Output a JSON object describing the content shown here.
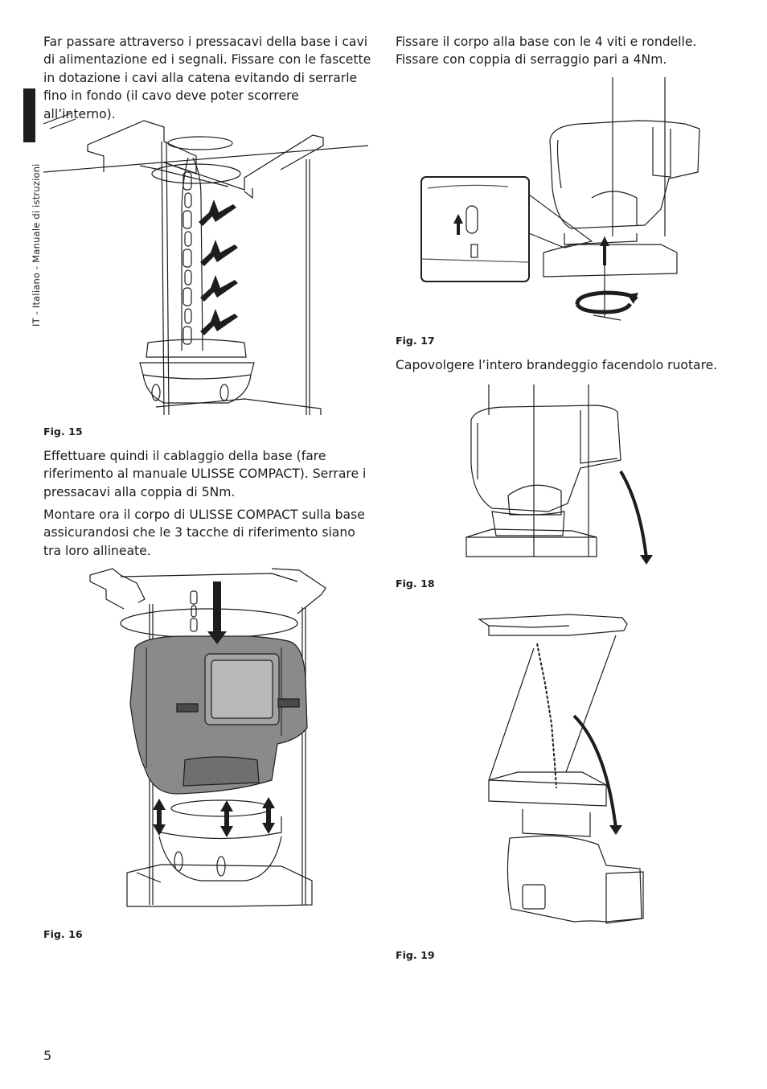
{
  "left_column": {
    "para_intro": "Far passare attraverso i pressacavi della base i cavi di alimentazione ed i segnali. Fissare con le fascette in dotazione i cavi alla catena evitando di serrarle fino in fondo (il cavo deve poter scorrere all’interno).",
    "fig15_caption": "Fig. 15",
    "para_cabling": "Effettuare quindi il cablaggio della base (fare riferimento al manuale ULISSE COMPACT). Serrare i pressacavi alla coppia di 5Nm.",
    "para_mount": "Montare ora il corpo di ULISSE COMPACT sulla base assicurandosi che le 3 tacche di riferimento siano tra loro allineate.",
    "fig16_caption": "Fig. 16"
  },
  "right_column": {
    "para_fix": "Fissare il corpo alla base con le 4 viti e rondelle. Fissare con coppia di serraggio pari a 4Nm.",
    "fig17_caption": "Fig. 17",
    "para_rotate": "Capovolgere l’intero brandeggio facendolo ruotare.",
    "fig18_caption": "Fig. 18",
    "fig19_caption": "Fig. 19"
  },
  "side_label": "IT - Italiano - Manuale di istruzioni",
  "page_number": "5",
  "colors": {
    "text": "#1d1d1b",
    "body_gray": "#8a8a8a",
    "dark": "#1d1d1b",
    "background": "#ffffff"
  }
}
